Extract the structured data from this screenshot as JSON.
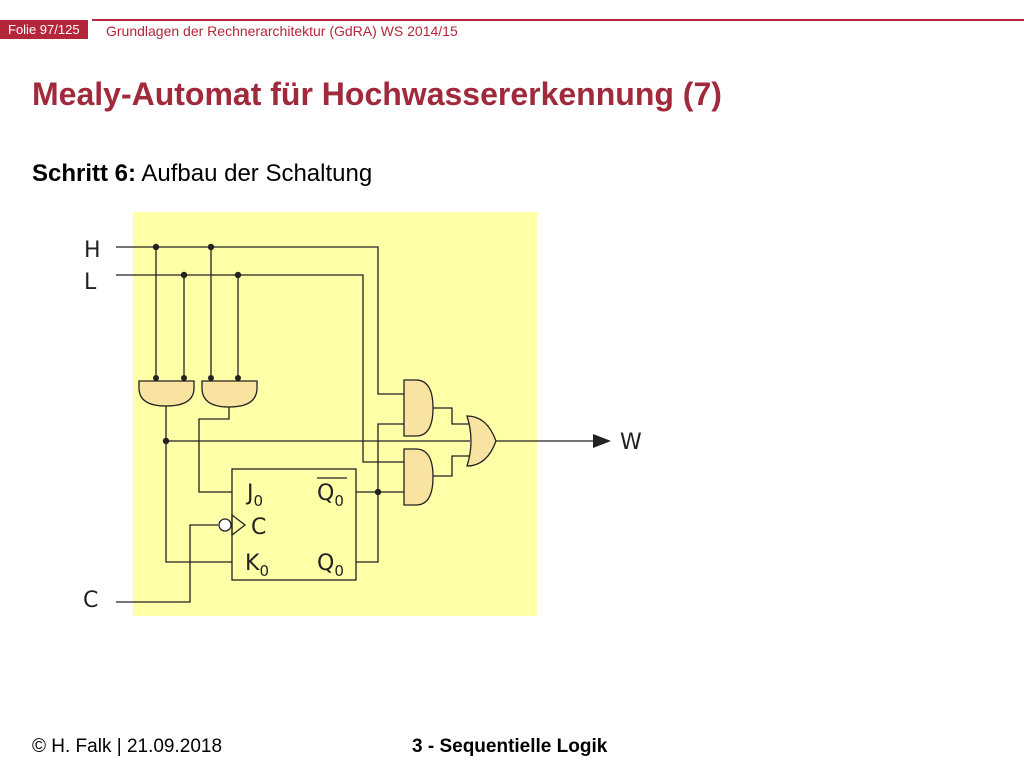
{
  "header": {
    "slide_number": "Folie 97/125",
    "course": "Grundlagen der Rechnerarchitektur (GdRA) WS 2014/15"
  },
  "title": "Mealy-Automat für Hochwassererkennung (7)",
  "subtitle": {
    "step": "Schritt 6:",
    "text": " Aufbau der Schaltung"
  },
  "diagram": {
    "inputs": {
      "h": "H",
      "l": "L",
      "c": "C"
    },
    "output": "W",
    "flipflop": {
      "j": "J",
      "j_sub": "0",
      "k": "K",
      "k_sub": "0",
      "c": "C",
      "q": "Q",
      "q_sub": "0",
      "qbar": "Q",
      "qbar_sub": "0"
    },
    "colors": {
      "background": "#ffffa8",
      "gate_fill": "#f8e4a0",
      "wire": "#222222",
      "accent": "#b5263a"
    }
  },
  "footer": {
    "author": "© H. Falk | 21.09.2018",
    "chapter": "3 - Sequentielle Logik"
  }
}
